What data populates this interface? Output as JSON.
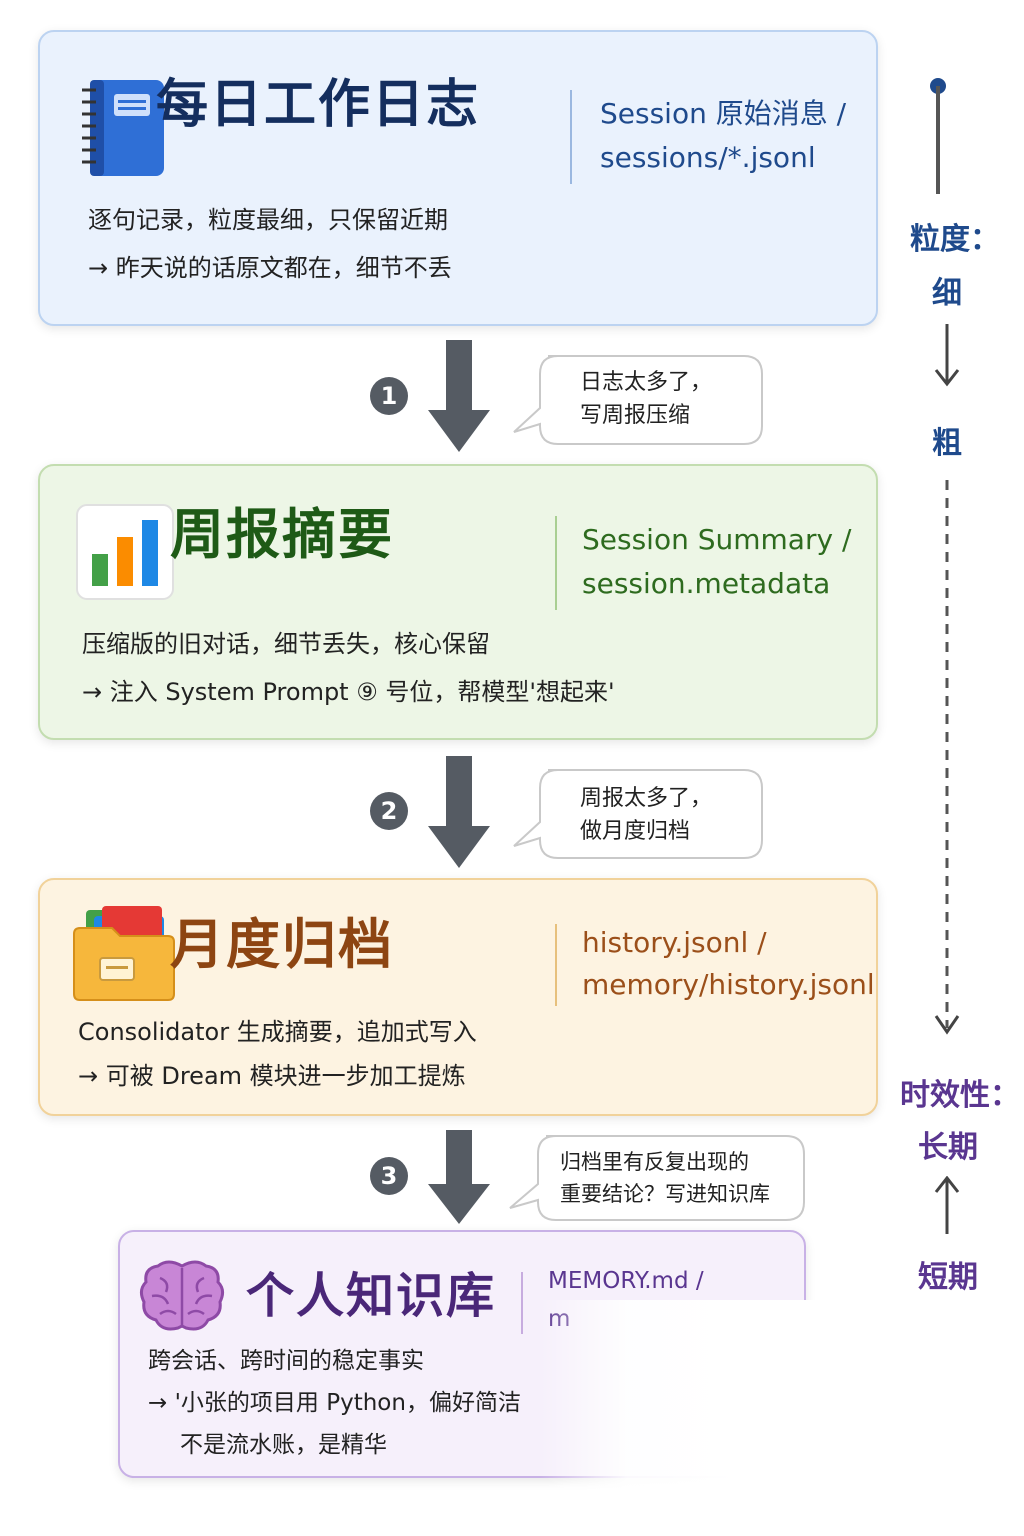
{
  "cards": [
    {
      "title": "每日工作日志",
      "sub1": "Session 原始消息 /",
      "sub2": "sessions/*.jsonl",
      "line1": "逐句记录，粒度最细，只保留近期",
      "line2": "→ 昨天说的话原文都在，细节不丢",
      "icon": "notebook-icon",
      "color": "#142e5e"
    },
    {
      "title": "周报摘要",
      "sub1": "Session Summary /",
      "sub2": "session.metadata",
      "line1": "压缩版的旧对话，细节丢失，核心保留",
      "line2": "→ 注入 System Prompt ⑨ 号位，帮模型'想起来'",
      "icon": "bar-chart-icon",
      "color": "#1e5a16"
    },
    {
      "title": "月度归档",
      "sub1": "history.jsonl /",
      "sub2": "memory/history.jsonl",
      "line1": "Consolidator 生成摘要，追加式写入",
      "line2": "→ 可被 Dream 模块进一步加工提炼",
      "icon": "folder-icon",
      "color": "#8d4512"
    },
    {
      "title": "个人知识库",
      "sub1": "MEMORY.md /",
      "sub2": "m",
      "line1": "跨会话、跨时间的稳定事实",
      "line2": "→ '小张的项目用 Python，偏好简洁",
      "line3": "不是流水账，是精华",
      "icon": "brain-icon",
      "color": "#4a2778"
    }
  ],
  "transitions": [
    {
      "step": "1",
      "line1": "日志太多了，",
      "line2": "写周报压缩"
    },
    {
      "step": "2",
      "line1": "周报太多了，",
      "line2": "做月度归档"
    },
    {
      "step": "3",
      "line1": "归档里有反复出现的",
      "line2": "重要结论？写进知识库"
    }
  ],
  "side": {
    "granularity_label": "粒度：",
    "fine": "细",
    "coarse": "粗",
    "timeliness_label": "时效性：",
    "long_term": "长期",
    "short_term": "短期"
  }
}
